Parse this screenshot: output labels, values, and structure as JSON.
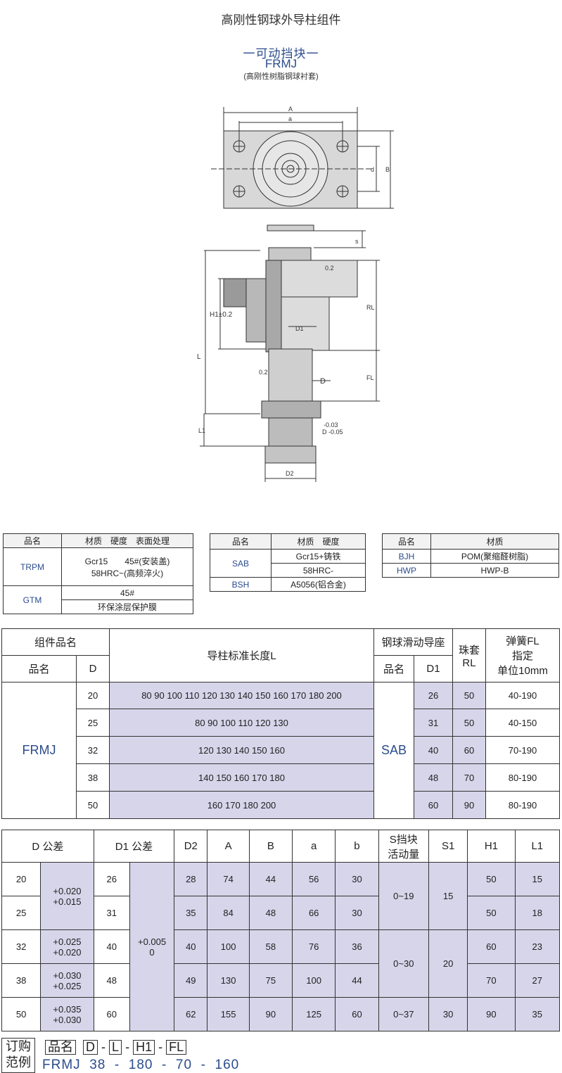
{
  "title": "高刚性钢球外导柱组件",
  "subtitle": "一可动挡块一",
  "model": "FRMJ",
  "model_note": "(高刚性树脂钢球衬套)",
  "drawing": {
    "A": "A",
    "a": "a",
    "B": "B",
    "d": "d",
    "s": "s",
    "H1": "H1±0.2",
    "L": "L",
    "L1": "L1",
    "RL": "RL",
    "FL": "FL",
    "D1": "D1",
    "D": "D",
    "D2": "D2",
    "tol": "0.2",
    "dtol_hi": "-0.03",
    "dtol_lo": "D -0.05"
  },
  "mat1": {
    "headers": [
      "品名",
      "材质　硬度　表面处理"
    ],
    "rows": [
      {
        "name": "TRPM",
        "line1": "Gcr15　　45#(安装盖)",
        "line2": "58HRC~(高频淬火)"
      },
      {
        "name": "GTM",
        "line1": "45#",
        "line2": "环保涂层保护膜"
      }
    ]
  },
  "mat2": {
    "headers": [
      "品名",
      "材质　硬度"
    ],
    "rows": [
      {
        "name": "SAB",
        "line1": "Gcr15+铸铁",
        "line2": "58HRC-"
      },
      {
        "name": "BSH",
        "line1": "A5056(铝合金)"
      }
    ]
  },
  "mat3": {
    "headers": [
      "品名",
      "材质"
    ],
    "rows": [
      {
        "name": "BJH",
        "value": "POM(聚缩醛树脂)"
      },
      {
        "name": "HWP",
        "value": "HWP-B"
      }
    ]
  },
  "t1": {
    "h_group": "组件品名",
    "h_name": "品名",
    "h_D": "D",
    "h_L": "导柱标准长度L",
    "h_bush": "钢球滑动导座",
    "h_bname": "品名",
    "h_D1": "D1",
    "h_RL1": "珠套",
    "h_RL2": "RL",
    "h_FL1": "弹簧FL",
    "h_FL2": "指定",
    "h_FL3": "单位10mm",
    "name": "FRMJ",
    "bush": "SAB",
    "rows": [
      {
        "D": "20",
        "L": "80 90 100 110 120 130 140 150 160 170 180 200",
        "D1": "26",
        "RL": "50",
        "FL": "40-190"
      },
      {
        "D": "25",
        "L": "80 90 100 110 120 130",
        "D1": "31",
        "RL": "50",
        "FL": "40-150"
      },
      {
        "D": "32",
        "L": "120 130 140 150 160",
        "D1": "40",
        "RL": "60",
        "FL": "70-190"
      },
      {
        "D": "38",
        "L": "140 150 160 170 180",
        "D1": "48",
        "RL": "70",
        "FL": "80-190"
      },
      {
        "D": "50",
        "L": "160 170 180 200",
        "D1": "60",
        "RL": "90",
        "FL": "80-190"
      }
    ]
  },
  "t2": {
    "headers": {
      "D": "D 公差",
      "D1": "D1 公差",
      "D2": "D2",
      "A": "A",
      "B": "B",
      "a": "a",
      "b": "b",
      "S1": "S挡块",
      "S2": "活动量",
      "S1col": "S1",
      "H1": "H1",
      "L1": "L1"
    },
    "d1tol1": "+0.005",
    "d1tol2": "0",
    "rows": [
      {
        "D": "20",
        "D1": "26",
        "D2": "28",
        "A": "74",
        "B": "44",
        "a": "56",
        "b": "30",
        "H1": "50",
        "L1": "15"
      },
      {
        "D": "25",
        "D1": "31",
        "D2": "35",
        "A": "84",
        "B": "48",
        "a": "66",
        "b": "30",
        "H1": "50",
        "L1": "18"
      },
      {
        "D": "32",
        "Dt1": "+0.025",
        "Dt2": "+0.020",
        "D1": "40",
        "D2": "40",
        "A": "100",
        "B": "58",
        "a": "76",
        "b": "36",
        "H1": "60",
        "L1": "23"
      },
      {
        "D": "38",
        "Dt1": "+0.030",
        "Dt2": "+0.025",
        "D1": "48",
        "D2": "49",
        "A": "130",
        "B": "75",
        "a": "100",
        "b": "44",
        "H1": "70",
        "L1": "27"
      },
      {
        "D": "50",
        "Dt1": "+0.035",
        "Dt2": "+0.030",
        "D1": "60",
        "D2": "62",
        "A": "155",
        "B": "90",
        "a": "125",
        "b": "60",
        "S": "0~37",
        "S1": "30",
        "H1": "90",
        "L1": "35"
      }
    ],
    "Dt_20_25_1": "+0.020",
    "Dt_20_25_2": "+0.015",
    "S_a": "0~19",
    "S1_a": "15",
    "S_b": "0~30",
    "S1_b": "20"
  },
  "order": {
    "label1": "订购",
    "label2": "范例",
    "fields": [
      "品名",
      "D",
      "L",
      "H1",
      "FL"
    ],
    "dash": "-",
    "example": "FRMJ  38  -  180  -  70  -  160"
  }
}
